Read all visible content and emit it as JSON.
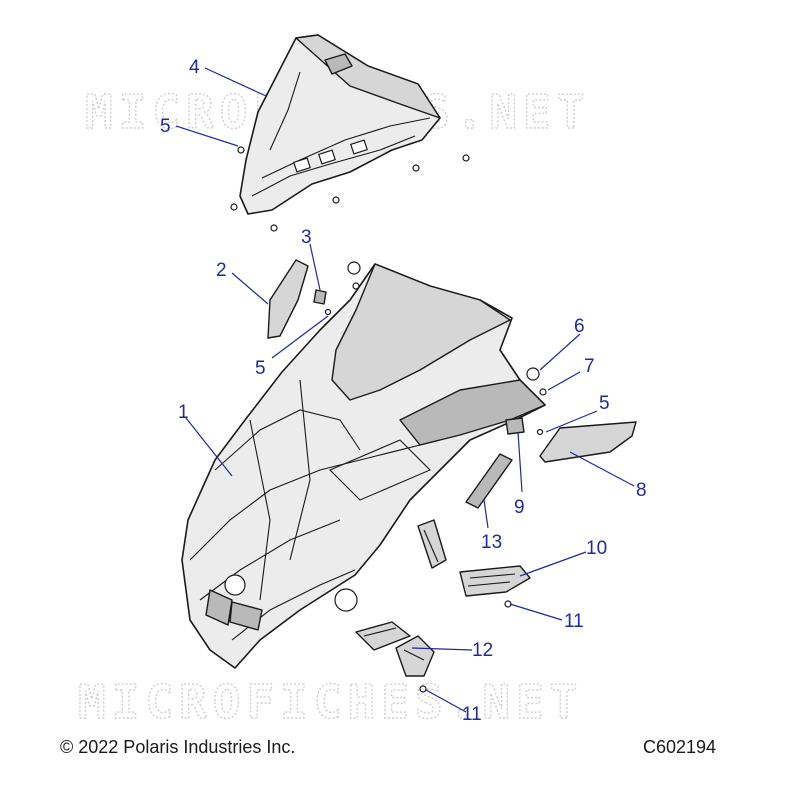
{
  "watermark": "MICROFICHES.NET",
  "copyright": "© 2022 Polaris Industries Inc.",
  "drawing_number": "C602194",
  "callouts": [
    "1",
    "2",
    "3",
    "4",
    "5",
    "5",
    "5",
    "6",
    "7",
    "8",
    "9",
    "10",
    "11",
    "11",
    "12",
    "13"
  ],
  "colors": {
    "callout": "#1f2a9c",
    "line": "#1a1a1a",
    "watermark": "#cfcfcf"
  }
}
